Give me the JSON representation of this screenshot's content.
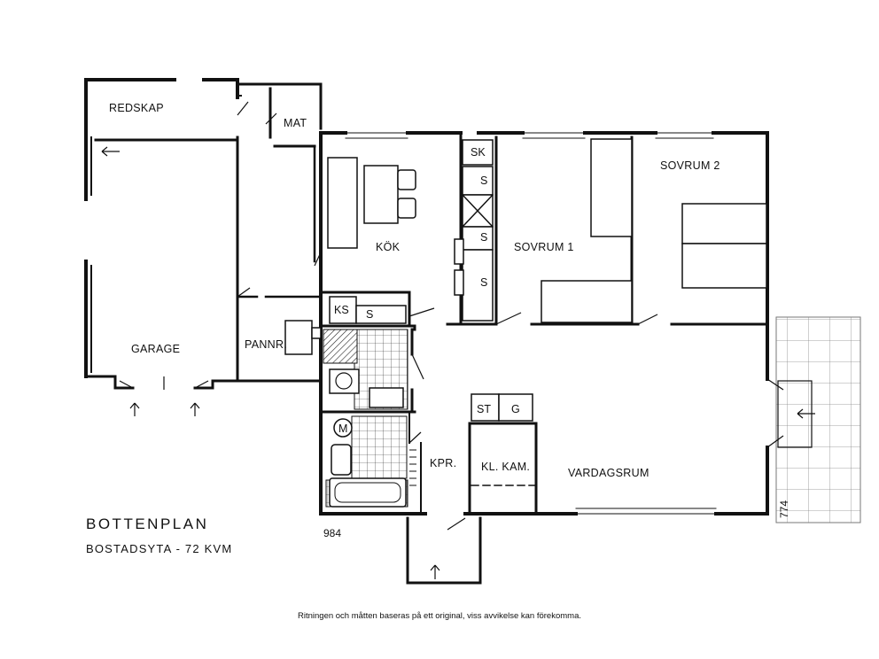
{
  "plan": {
    "title": "BOTTENPLAN",
    "area": "BOSTADSYTA - 72 KVM",
    "disclaimer": "Ritningen och måtten baseras på ett original, viss avvikelse kan förekomma.",
    "dimensions": {
      "width": "984",
      "depth": "774"
    },
    "rooms": {
      "redskap": "REDSKAP",
      "mat": "MAT",
      "garage": "GARAGE",
      "pannr": "PANNR.",
      "kok": "KÖK",
      "sovrum1": "SOVRUM 1",
      "sovrum2": "SOVRUM 2",
      "kpr": "KPR.",
      "klkam": "KL. KAM.",
      "vardagsrum": "VARDAGSRUM"
    },
    "fixtures": {
      "sk": "SK",
      "s1": "S",
      "s2": "S",
      "s3": "S",
      "ks": "KS",
      "s4": "S",
      "st": "ST",
      "g": "G",
      "m": "M"
    }
  }
}
